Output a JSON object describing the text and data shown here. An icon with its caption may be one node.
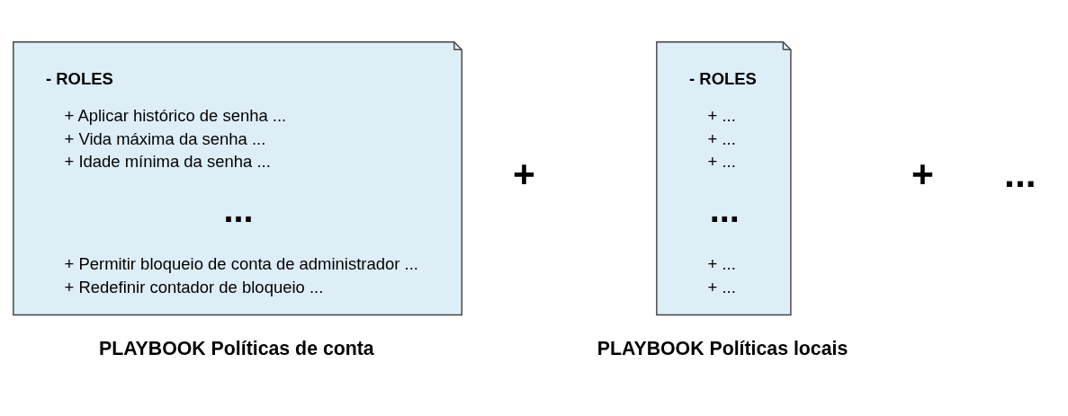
{
  "diagram": {
    "nodes": [
      {
        "text": [
          "- ROLES",
          "+ Aplicar histórico de senha ...",
          "+ Vida máxima da senha ...",
          "+ Idade mínima da senha ...",
          "...",
          "+ Permitir bloqueio de conta de administrador ...",
          "+ Redefinir contador de bloqueio ..."
        ],
        "beside": [
          "PLAYBOOK Políticas de conta"
        ]
      },
      {
        "text": [
          "- ROLES",
          "+ ...",
          "+ ...",
          "+ ...",
          "...",
          "+ ...",
          "+ ..."
        ],
        "beside": [
          "PLAYBOOK Políticas locais"
        ]
      }
    ],
    "labels": [
      "+",
      "+",
      "..."
    ]
  }
}
